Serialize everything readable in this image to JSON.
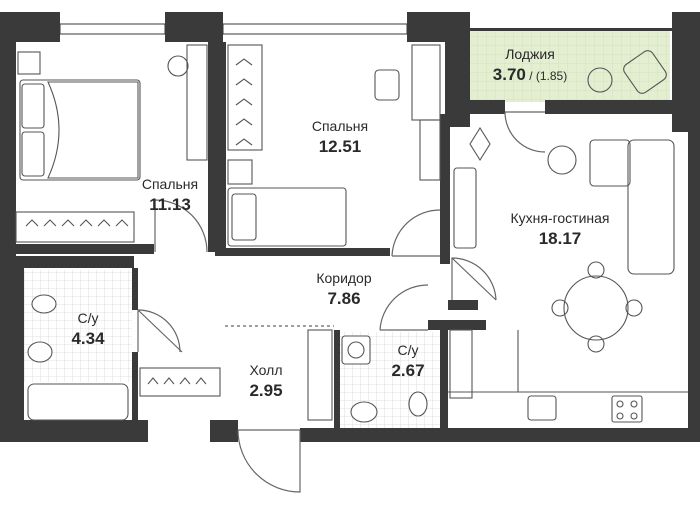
{
  "rooms": [
    {
      "key": "bedroom1",
      "name": "Спальня",
      "area": "11.13"
    },
    {
      "key": "bedroom2",
      "name": "Спальня",
      "area": "12.51"
    },
    {
      "key": "loggia",
      "name": "Лоджия",
      "area": "3.70",
      "sub_area": "(1.85)"
    },
    {
      "key": "kitchen",
      "name": "Кухня-гостиная",
      "area": "18.17"
    },
    {
      "key": "corridor",
      "name": "Коридор",
      "area": "7.86"
    },
    {
      "key": "bath1",
      "name": "С/у",
      "area": "4.34"
    },
    {
      "key": "hall",
      "name": "Холл",
      "area": "2.95"
    },
    {
      "key": "bath2",
      "name": "С/у",
      "area": "2.67"
    }
  ],
  "colors": {
    "wall": "#3a3a3a",
    "loggia_fill": "#e4efd1",
    "tile_line": "#d6d6d6",
    "furniture": "#555555",
    "door_arc": "#666666",
    "window_fill": "#ffffff"
  }
}
